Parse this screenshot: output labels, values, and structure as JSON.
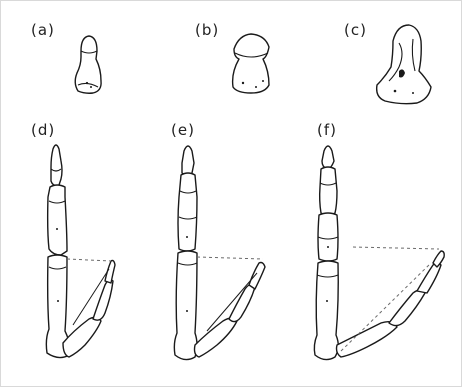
{
  "figure": {
    "panels": [
      {
        "id": "a",
        "label": "(a)"
      },
      {
        "id": "b",
        "label": "(b)"
      },
      {
        "id": "c",
        "label": "(c)"
      },
      {
        "id": "d",
        "label": "(d)"
      },
      {
        "id": "e",
        "label": "(e)"
      },
      {
        "id": "f",
        "label": "(f)"
      }
    ]
  },
  "colors": {
    "ink": "#1a1a1a",
    "dashed_reference": "#6a6a6a",
    "background": "#ffffff"
  }
}
